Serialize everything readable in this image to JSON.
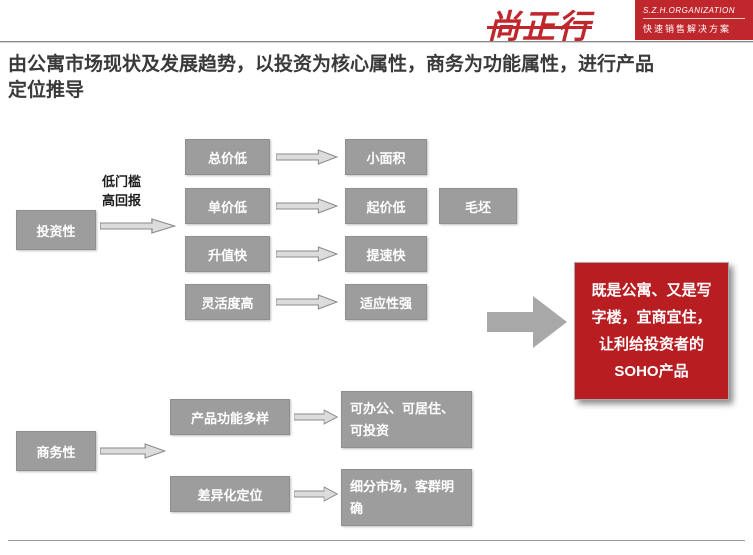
{
  "header": {
    "logo": "尚正行",
    "org_name": "S.Z.H.ORGANIZATION",
    "org_slogan": "快速销售解决方案"
  },
  "title": "由公寓市场现状及发展趋势，以投资为核心属性，商务为功能属性，进行产品定位推导",
  "colors": {
    "accent_red": "#c0272d",
    "conclusion_red": "#b81d22",
    "box_gray": "#9d9d9d",
    "arrow_gray": "#a8a8a8"
  },
  "investment": {
    "label": "投资性",
    "bridge_label": "低门槛\n高回报",
    "features": [
      "总价低",
      "单价低",
      "升值快",
      "灵活度高"
    ],
    "benefits": [
      "小面积",
      "起价低",
      "提速快",
      "适应性强"
    ],
    "extra": "毛坯"
  },
  "business": {
    "label": "商务性",
    "features": [
      "产品功能多样",
      "差异化定位"
    ],
    "benefits": [
      "可办公、可居住、可投资",
      "细分市场，客群明确"
    ]
  },
  "conclusion": "既是公寓、又是写字楼，宜商宜住，让利给投资者的SOHO产品"
}
